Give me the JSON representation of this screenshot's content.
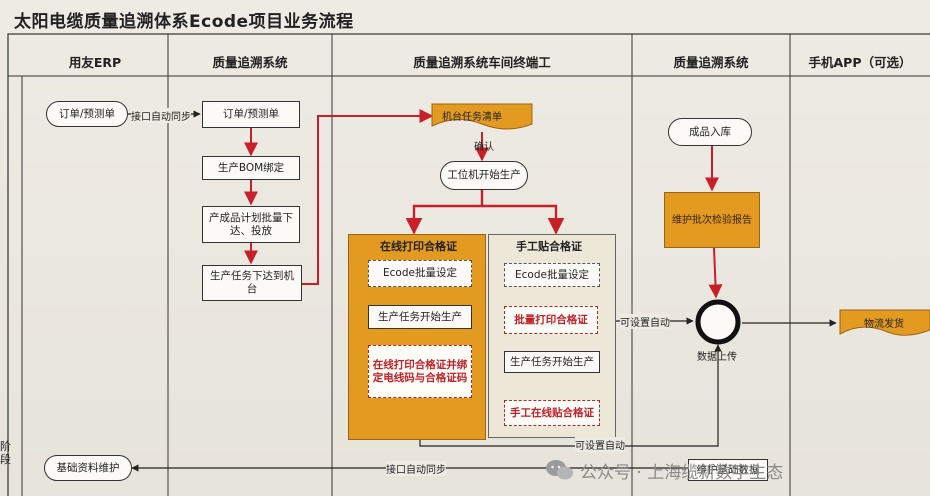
{
  "title": "太阳电缆质量追溯体系Ecode项目业务流程",
  "side_label": "阶段",
  "lanes": [
    "用友ERP",
    "质量追溯系统",
    "质量追溯系统车间终端工",
    "质量追溯系统",
    "手机APP（可选）"
  ],
  "nodes": {
    "erp_order": "订单/预测单",
    "qts_order": "订单/预测单",
    "bom": "生产BOM绑定",
    "plan": "产成品计划批量下达、投放",
    "task_issue": "生产任务下达到机台",
    "task_list": "机台任务清单",
    "start": "工位机开始生产",
    "online_panel": "在线打印合格证",
    "manual_panel": "手工贴合格证",
    "ecode1": "Ecode批量设定",
    "prod1": "生产任务开始生产",
    "bind": "在线打印合格证并绑定电线码与合格证码",
    "ecode2": "Ecode批量设定",
    "batch_print": "批量打印合格证",
    "prod2": "生产任务开始生产",
    "manual_apply": "手工在线贴合格证",
    "warehouse": "成品入库",
    "report": "维护批次检验报告",
    "logistics": "物流发货",
    "base_maint": "基础资料维护",
    "basic_maint": "维护基础数据"
  },
  "labels": {
    "sync1": "接口自动同步",
    "confirm": "确认",
    "auto1": "可设置自动",
    "upload": "数据上传",
    "auto2": "可设置自动",
    "sync2": "接口自动同步"
  },
  "watermark": "公众号 · 上海缆新数字生态"
}
